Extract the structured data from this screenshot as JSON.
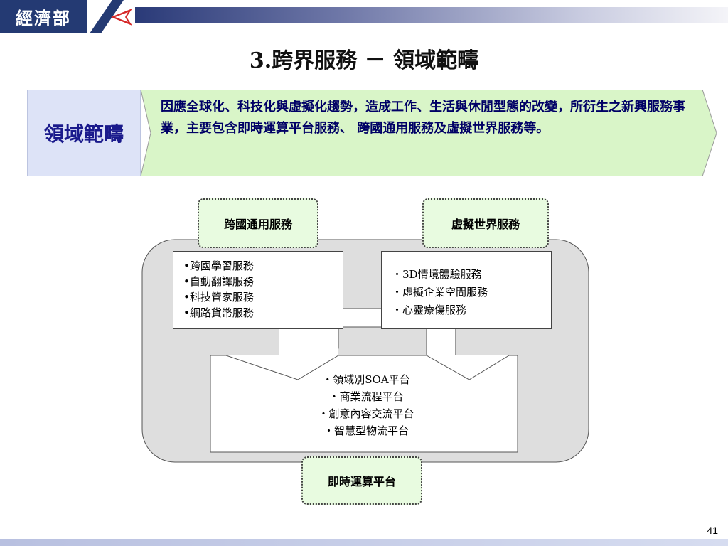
{
  "header": {
    "logo_text": "經濟部"
  },
  "title": "3.跨界服務 － 領域範疇",
  "banner": {
    "label": "領域範疇",
    "description": "因應全球化、科技化與虛擬化趨勢，造成工作、生活與休閒型態的改變，所衍生之新興服務事業，主要包含即時運算平台服務、 跨國通用服務及虛擬世界服務等。"
  },
  "diagram": {
    "tag_cross_border": "跨國通用服務",
    "tag_virtual_world": "虛擬世界服務",
    "tag_realtime": "即時運算平台",
    "cross_border_items": [
      "•跨國學習服務",
      "•自動翻譯服務",
      "•科技管家服務",
      "•網路貨幣服務"
    ],
    "virtual_world_items": [
      "・3D情境體驗服務",
      "・虛擬企業空間服務",
      "・心靈療傷服務"
    ],
    "realtime_items": [
      "・領域別SOA平台",
      "・商業流程平台",
      "・創意內容交流平台",
      "・智慧型物流平台"
    ]
  },
  "page_number": "41",
  "colors": {
    "header_blue": "#243a73",
    "banner_green": "#d9f5c8",
    "tag_green": "#e8fbe0",
    "label_blue": "#1a1a8c"
  },
  "icons": {
    "logo_emblem": "flag-chevron-icon"
  }
}
